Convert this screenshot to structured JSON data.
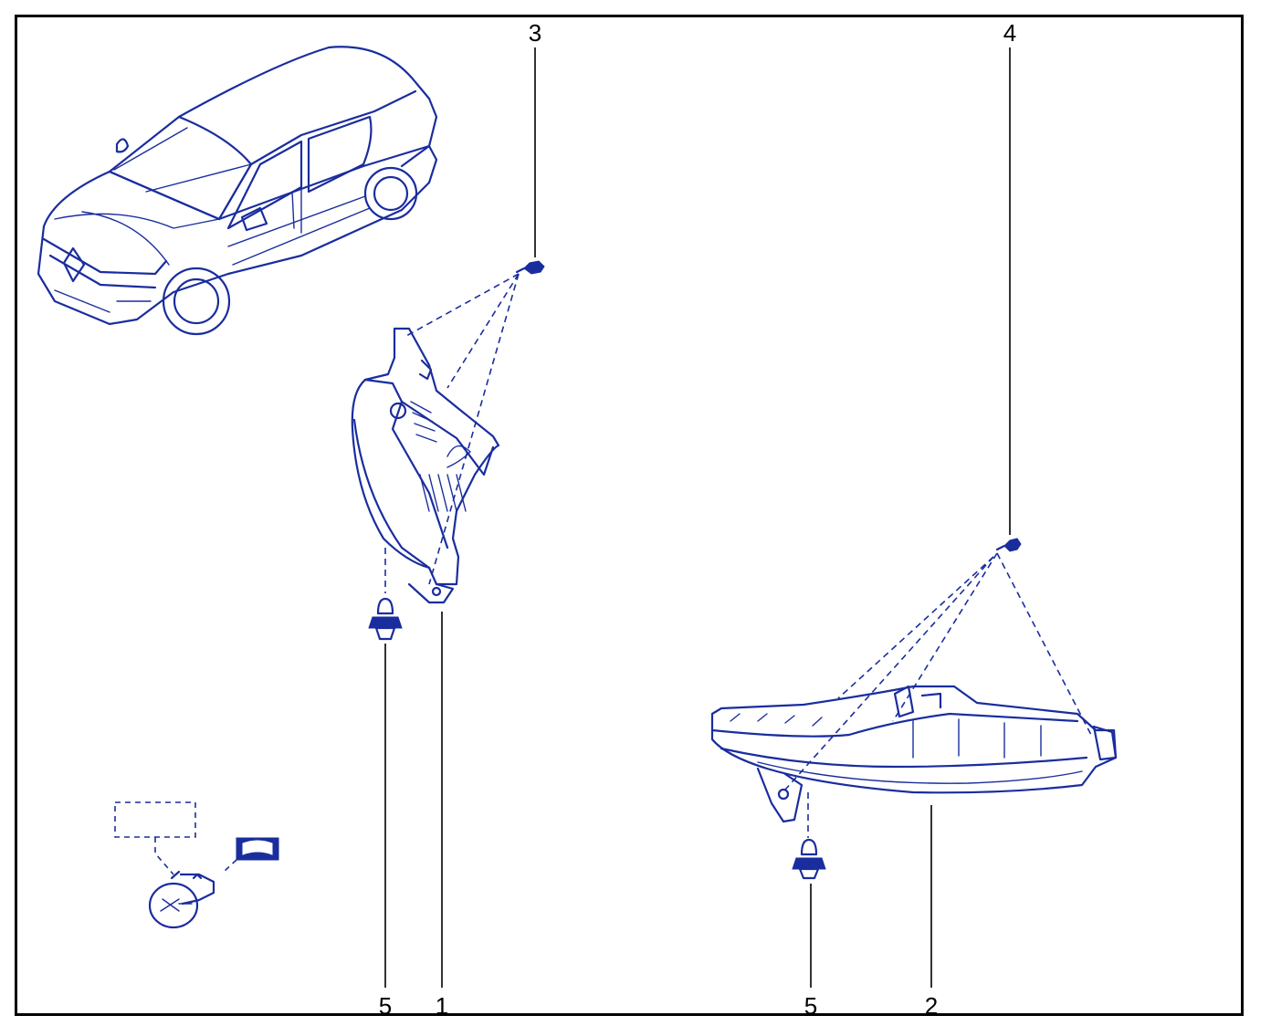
{
  "colors": {
    "ink": "#1a2d9e",
    "frame": "#000000",
    "background": "#ffffff"
  },
  "callouts": {
    "c3": "3",
    "c4": "4",
    "c5_left": "5",
    "c1": "1",
    "c5_right": "5",
    "c2": "2"
  },
  "icons": [
    "car-illustration-icon",
    "bulb-icon",
    "bulb-socket-label-icon"
  ]
}
